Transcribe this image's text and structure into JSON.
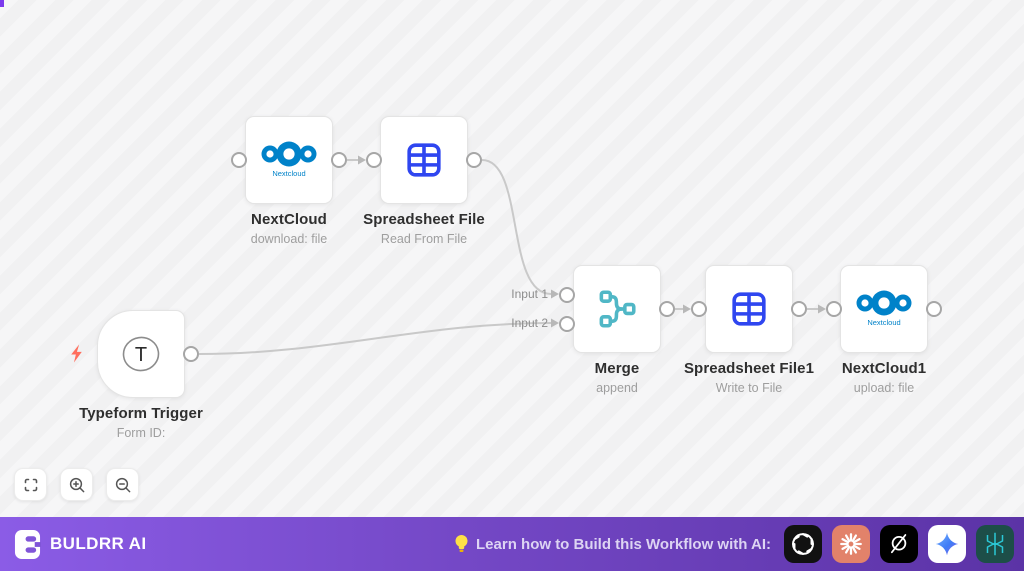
{
  "workflow": {
    "nodes": [
      {
        "title": "NextCloud",
        "subtitle": "download: file",
        "icon": "nextcloud-logo"
      },
      {
        "title": "Spreadsheet File",
        "subtitle": "Read From File",
        "icon": "spreadsheet-grid"
      },
      {
        "title": "Typeform Trigger",
        "subtitle": "Form ID:",
        "icon": "typeform-t",
        "trigger": true
      },
      {
        "title": "Merge",
        "subtitle": "append",
        "icon": "merge-branches",
        "input_labels": [
          "Input 1",
          "Input 2"
        ]
      },
      {
        "title": "Spreadsheet File1",
        "subtitle": "Write to File",
        "icon": "spreadsheet-grid"
      },
      {
        "title": "NextCloud1",
        "subtitle": "upload: file",
        "icon": "nextcloud-logo"
      }
    ],
    "controls": [
      {
        "icon": "fit-view"
      },
      {
        "icon": "zoom-in"
      },
      {
        "icon": "zoom-out"
      }
    ]
  },
  "footer": {
    "brand": "BULDRR AI",
    "message": "Learn how to Build this Workflow with AI:",
    "providers": [
      {
        "icon": "openai",
        "bg": "#111111"
      },
      {
        "icon": "claude",
        "bg": "#e2826a"
      },
      {
        "icon": "grok",
        "bg": "#000000"
      },
      {
        "icon": "gemini",
        "bg": "#ffffff"
      },
      {
        "icon": "perplexity",
        "bg": "#1d4e48"
      }
    ],
    "gradient": {
      "from": "#8b5ce6",
      "to": "#5b33a6"
    }
  },
  "colors": {
    "nextcloud_blue": "#0082c9",
    "spreadsheet_blue": "#2f46f0",
    "merge_teal": "#50b7c6",
    "trigger_bolt": "#ff6d5c",
    "connector_gray": "#c9c9c9"
  }
}
